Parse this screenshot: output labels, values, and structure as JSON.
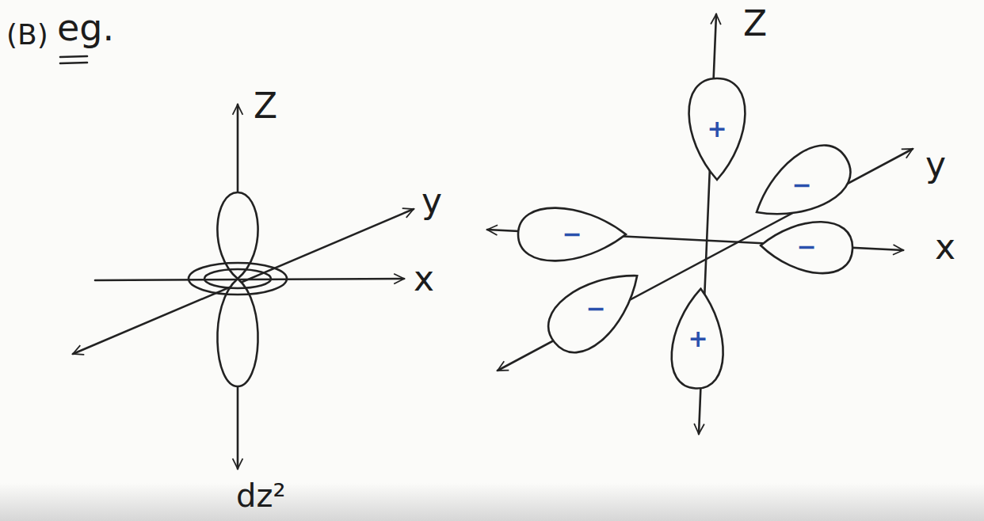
{
  "diagram": {
    "nodes": [
      {
        "text": [
          "+"
        ]
      },
      {
        "text": [
          "−"
        ]
      },
      {
        "text": [
          "−"
        ]
      },
      {
        "text": [
          "−"
        ]
      },
      {
        "text": [
          "−"
        ]
      },
      {
        "text": [
          "+"
        ]
      }
    ],
    "labels": [
      "(B)",
      "eg.",
      "Z",
      "y",
      "x",
      "dz²",
      "Z",
      "y",
      "x"
    ]
  }
}
